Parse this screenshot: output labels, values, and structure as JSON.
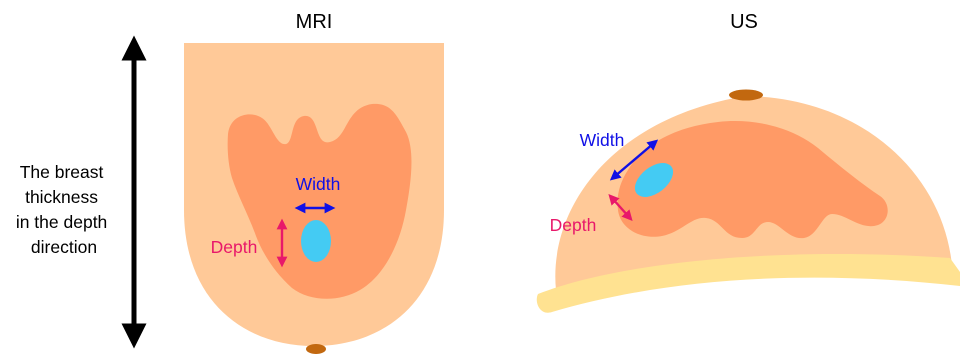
{
  "panels": {
    "mri": {
      "title": "MRI",
      "width_label": "Width",
      "depth_label": "Depth"
    },
    "us": {
      "title": "US",
      "width_label": "Width",
      "depth_label": "Depth"
    }
  },
  "side_label": {
    "lines": [
      "The breast",
      "thickness",
      "in the depth",
      "direction"
    ]
  },
  "colors": {
    "breast": "#ffc998",
    "glandular": "#ff9a66",
    "lesion": "#44cbf3",
    "nipple": "#c2680f",
    "chest_wall": "#ffe291",
    "width_arrow": "#1010e6",
    "depth_arrow": "#e8186a",
    "thickness_arrow": "#000000"
  }
}
